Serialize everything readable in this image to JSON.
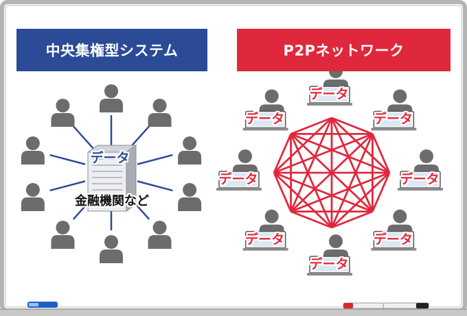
{
  "colors": {
    "central_blue": "#2b4b97",
    "p2p_red": "#e0283c",
    "person_gray": "#6c6c6c",
    "frame_gray": "#b4b4b4"
  },
  "central": {
    "title": "中央集権型システム",
    "data_label": "データ",
    "server_label": "金融機関など",
    "user_count": 10
  },
  "p2p": {
    "title": "P2Pネットワーク",
    "node_label": "データ",
    "node_count": 8
  },
  "whiteboard": {
    "markers": [
      "blue-marker",
      "red-marker",
      "black-marker"
    ]
  }
}
